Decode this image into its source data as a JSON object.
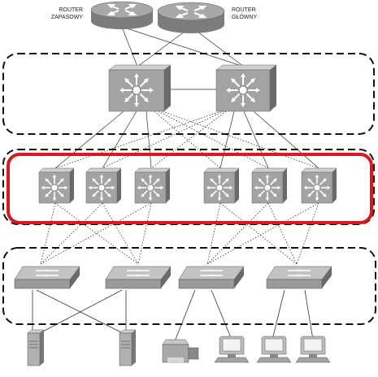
{
  "routers": [
    {
      "id": "backup",
      "label_line1": "ROUTER",
      "label_line2": "ZAPASOWY"
    },
    {
      "id": "main",
      "label_line1": "ROUTER",
      "label_line2": "GŁÓWNY"
    }
  ],
  "layers": [
    {
      "id": "core",
      "style": "dashed-rounded"
    },
    {
      "id": "distribution",
      "style": "red-highlight-rounded",
      "color": "#d71920"
    },
    {
      "id": "access",
      "style": "dashed-rounded"
    }
  ],
  "core_switches": 2,
  "distribution_switches": 6,
  "access_switches": 4,
  "end_devices": [
    "server-icon",
    "server-icon",
    "printer-icon",
    "workstation-icon",
    "workstation-icon",
    "workstation-icon"
  ],
  "colors": {
    "device_face": "#a5a5a5",
    "device_top": "#c9c9c9",
    "device_side": "#6e6e6e",
    "highlight": "#d71920"
  }
}
